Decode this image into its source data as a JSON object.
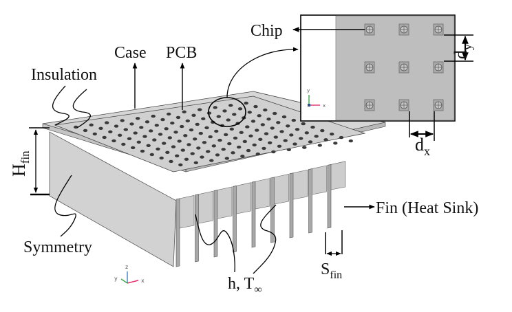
{
  "labels": {
    "chip": "Chip",
    "case": "Case",
    "pcb": "PCB",
    "insulation": "Insulation",
    "h_fin_main": "H",
    "h_fin_sub": "fin",
    "symmetry": "Symmetry",
    "h_t_main": "h, T",
    "h_t_sub": "∞",
    "s_fin_main": "S",
    "s_fin_sub": "fin",
    "fin_heat_sink": "Fin (Heat Sink)",
    "dx_main": "d",
    "dx_sub": "x",
    "dy_main": "d",
    "dy_sub": "y"
  },
  "axes_main": {
    "x": "x",
    "y": "y",
    "z": "z"
  },
  "axes_inset": {
    "x": "x",
    "y": "y"
  },
  "colors": {
    "surface": "#cfcfcf",
    "surface_dark": "#a8a8a8",
    "inset_fill": "#bebebe",
    "axis_x": "#e0306a",
    "axis_y": "#3ca54a",
    "axis_z": "#4a86c8"
  }
}
